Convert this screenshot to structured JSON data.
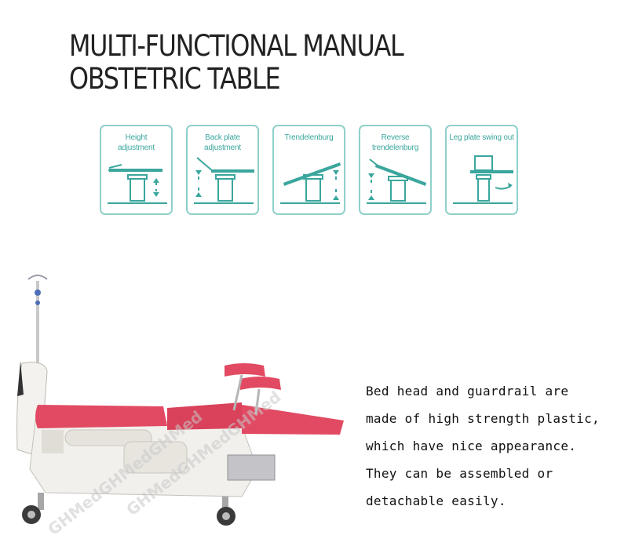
{
  "title": {
    "line1": "MULTI-FUNCTIONAL MANUAL",
    "line2": "OBSTETRIC TABLE"
  },
  "features": [
    {
      "label": "Height\nadjustment",
      "icon": "height-adjustment-icon"
    },
    {
      "label": "Back plate\nadjustment",
      "icon": "back-plate-adjustment-icon"
    },
    {
      "label": "Trendelenburg",
      "icon": "trendelenburg-icon"
    },
    {
      "label": "Reverse\ntrendelenburg",
      "icon": "reverse-trendelenburg-icon"
    },
    {
      "label": "Leg plate swing out",
      "icon": "leg-plate-swing-out-icon"
    }
  ],
  "description": {
    "lines": [
      "Bed head and guardrail are",
      "made of high strength plastic,",
      "which have nice appearance.",
      "They can be assembled or",
      "detachable easily."
    ]
  },
  "watermark": "GHMedGHMedGHMed",
  "colors": {
    "teal": "#3aa69d",
    "teal_border": "#8fd0ca",
    "mattress": "#e14a62",
    "text": "#111111"
  }
}
